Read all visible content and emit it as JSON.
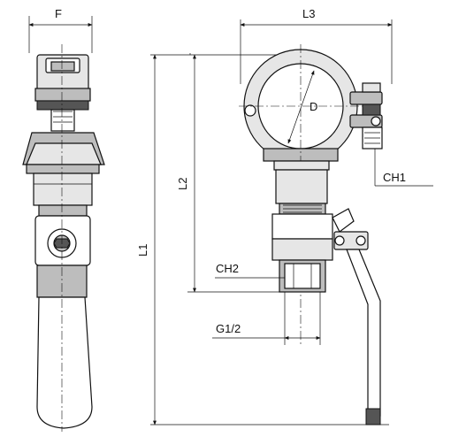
{
  "dimensions": {
    "F": "F",
    "L3": "L3",
    "L1": "L1",
    "L2": "L2",
    "D": "D",
    "CH1": "CH1",
    "CH2": "CH2",
    "G": "G1/2"
  }
}
